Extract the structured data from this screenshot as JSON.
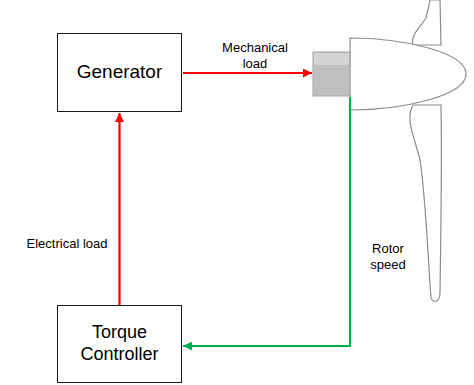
{
  "diagram": {
    "nodes": [
      {
        "text": [
          "Generator"
        ]
      },
      {
        "text": [
          "Torque Controller"
        ]
      }
    ],
    "edges": [
      {
        "from": 1,
        "to": 0,
        "arrow": "to",
        "label": "Electrical load"
      }
    ],
    "labels": [
      "Mechanical load",
      "Rotor speed"
    ]
  }
}
